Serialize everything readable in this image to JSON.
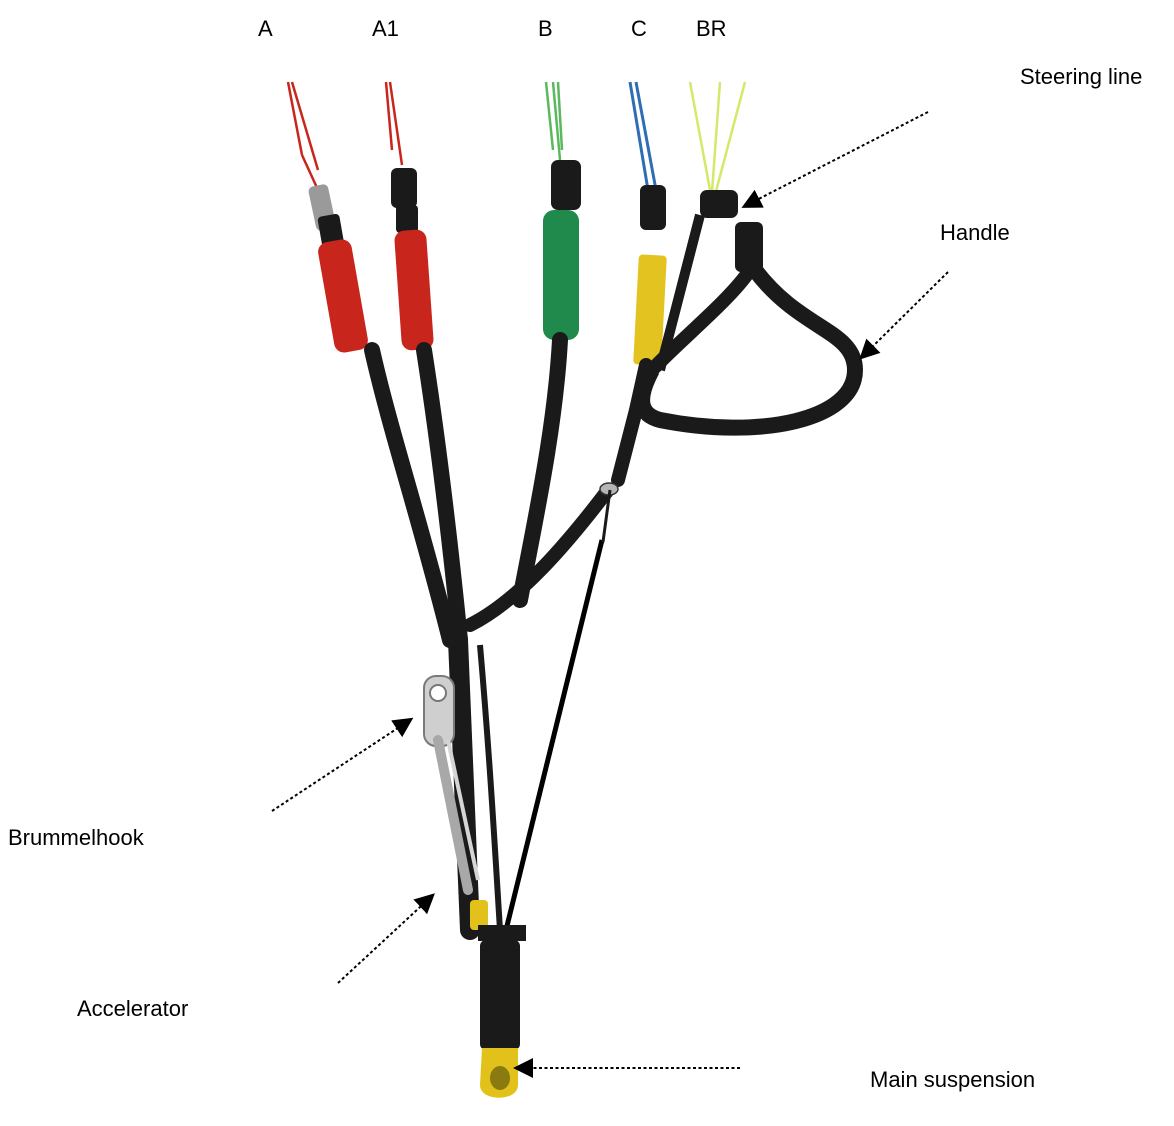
{
  "risers": {
    "a": "A",
    "a1": "A1",
    "b": "B",
    "c": "C",
    "br": "BR"
  },
  "callouts": {
    "steering_line": "Steering line",
    "handle": "Handle",
    "brummelhook": "Brummelhook",
    "accelerator": "Accelerator",
    "main_suspension": "Main suspension"
  },
  "colors": {
    "a_riser": "#c8261c",
    "a1_riser": "#c8261c",
    "b_riser": "#1f8a4c",
    "c_riser": "#2f6db5",
    "c_sleeve": "#e3c320",
    "br_line": "#d6e86a",
    "webbing": "#1a1a1a",
    "main_loop": "#e2c21a"
  }
}
